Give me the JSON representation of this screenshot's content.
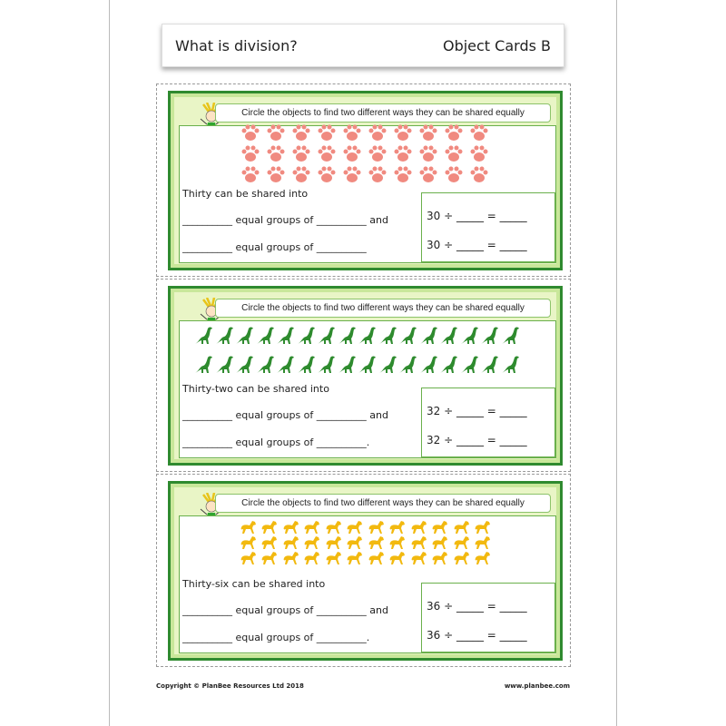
{
  "header": {
    "title": "What is division?",
    "subtitle": "Object Cards B"
  },
  "instruction": "Circle the objects to find two different ways they can be shared equally",
  "cards": [
    {
      "object": "paw-print",
      "color": "#f08a80",
      "count": 30,
      "rows": 3,
      "cols": 10,
      "prompt": "Thirty can be shared into",
      "line1": "__________ equal groups of __________ and",
      "line2": "__________ equal groups of __________",
      "eq1": "30 ÷ _____ = _____",
      "eq2": "30 ÷ _____ = _____"
    },
    {
      "object": "dinosaur",
      "color": "#2e8b2e",
      "count": 32,
      "rows": 2,
      "cols": 16,
      "prompt": "Thirty-two can be shared into",
      "line1": "__________ equal groups of __________ and",
      "line2": "__________ equal groups of __________.",
      "eq1": "32 ÷ _____ = _____",
      "eq2": "32 ÷ _____ = _____"
    },
    {
      "object": "horse",
      "color": "#f2b90f",
      "count": 36,
      "rows": 3,
      "cols": 12,
      "prompt": "Thirty-six can be shared into",
      "line1": "__________ equal groups of __________ and",
      "line2": "__________ equal groups of __________.",
      "eq1": "36 ÷ _____ = _____",
      "eq2": "36 ÷ _____ = _____"
    }
  ],
  "footer": {
    "copyright": "Copyright © PlanBee Resources Ltd 2018",
    "website": "www.planbee.com"
  }
}
